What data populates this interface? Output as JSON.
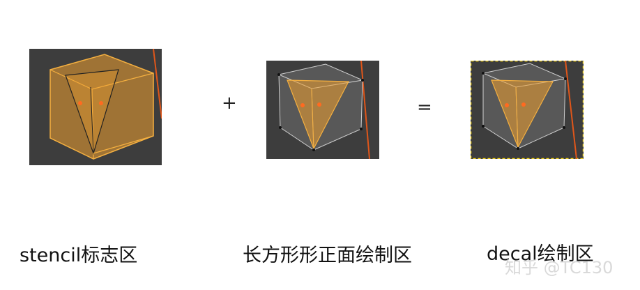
{
  "operators": {
    "plus": "+",
    "equals": "="
  },
  "captions": {
    "stencil": "stencil标志区",
    "rect": "长方形形正面绘制区",
    "decal": "decal绘制区"
  },
  "watermark": "知乎 @TC130",
  "colors": {
    "viewport_bg": "#3d3d3d",
    "selection_orange": "#f0a030",
    "axis_line": "#e0561a",
    "dashed_border": "#f2d21a"
  }
}
